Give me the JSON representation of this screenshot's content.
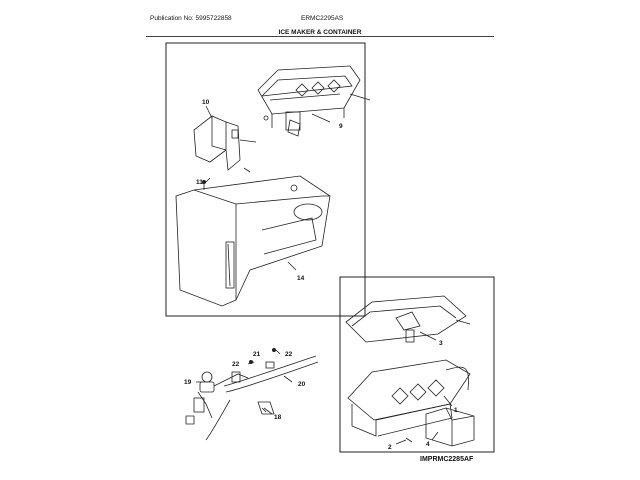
{
  "header": {
    "publication": "Publication No: 5995722858",
    "model": "ERMC2295AS",
    "section_title": "ICE MAKER & CONTAINER"
  },
  "callouts": {
    "p1": "1",
    "p2": "2",
    "p3": "3",
    "p4": "4",
    "p9": "9",
    "p10": "10",
    "p11": "11",
    "p14": "14",
    "p18": "18",
    "p19": "19",
    "p20": "20",
    "p21": "21",
    "p22a": "22",
    "p22b": "22"
  },
  "figure_id": "IMPRMC2285AF"
}
